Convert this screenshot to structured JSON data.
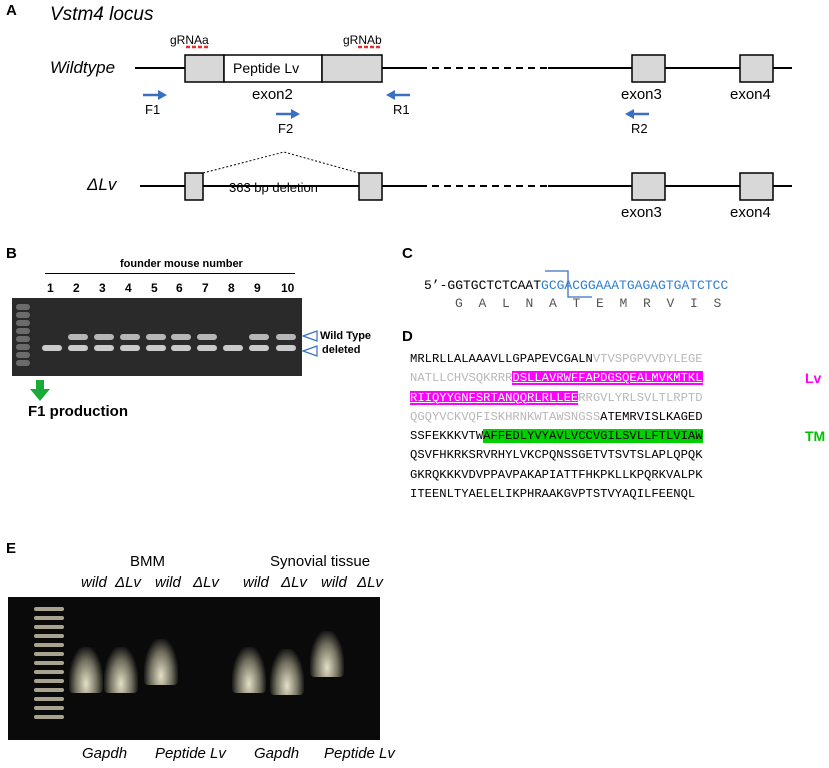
{
  "panelA": {
    "letter": "A",
    "title": "Vstm4 locus",
    "wildtype": "Wildtype",
    "deltaLv": "ΔLv",
    "gRNAa": "gRNAa",
    "gRNAb": "gRNAb",
    "peptide": "Peptide Lv",
    "exon2": "exon2",
    "exon3": "exon3",
    "exon4": "exon4",
    "F1": "F1",
    "F2": "F2",
    "R1": "R1",
    "R2": "R2",
    "deletion": "363 bp deletion"
  },
  "panelB": {
    "letter": "B",
    "header": "founder mouse number",
    "lanes": [
      "1",
      "2",
      "3",
      "4",
      "5",
      "6",
      "7",
      "8",
      "9",
      "10"
    ],
    "wild_type": "Wild Type",
    "deleted": "deleted",
    "f1": "F1 production"
  },
  "panelC": {
    "letter": "C",
    "prefix": "5’-GGTGCTCTCAAT",
    "highlighted": "GCGACGGAAATGAGAGTGATCTCC",
    "aa": [
      "G",
      "A",
      "L",
      "N",
      "A",
      "T",
      "E",
      "M",
      "R",
      "V",
      "I",
      "S"
    ]
  },
  "panelD": {
    "letter": "D",
    "lv_label": "Lv",
    "tm_label": "TM",
    "rows": [
      [
        {
          "t": "MRLRLLALAAAVLLGPAPEVCGALN",
          "s": "n"
        },
        {
          "t": "VTVSPGPVVDYLEGE",
          "s": "g"
        }
      ],
      [
        {
          "t": "NATLLCHVSQKRRR",
          "s": "g"
        },
        {
          "t": "DSLLAVRWFFAPDGSQEALMVKMTKL",
          "s": "m"
        }
      ],
      [
        {
          "t": "RIIQYYGNFSRTANQQRLRLLEE",
          "s": "m"
        },
        {
          "t": "RRGVLYRLSVLTLRPTD",
          "s": "g"
        }
      ],
      [
        {
          "t": "QGQYVCKVQFISKHRNKWTAWSNGSS",
          "s": "g"
        },
        {
          "t": "ATEMRVISLKAGED",
          "s": "n"
        }
      ],
      [
        {
          "t": "SSFEKKKVTW",
          "s": "n"
        },
        {
          "t": "AFFEDLYVYAVLVCCVGILSVLLFTLVIAW",
          "s": "t"
        }
      ],
      [
        {
          "t": "QSVFHKRKSRVRHYLVKCPQNSSGETVTSVTSLAPLQPQK",
          "s": "n"
        }
      ],
      [
        {
          "t": "GKRQKKKVDVPPAVPAKAPIATTFHKPKLLKPQRKVALPK",
          "s": "n"
        }
      ],
      [
        {
          "t": "ITEENLTYAELELIKPHRAAKGVPTSTVYAQILFEENQL",
          "s": "n"
        }
      ]
    ]
  },
  "panelE": {
    "letter": "E",
    "bmm": "BMM",
    "synovial": "Synovial tissue",
    "lanes": [
      "wild",
      "ΔLv",
      "wild",
      "ΔLv",
      "wild",
      "ΔLv",
      "wild",
      "ΔLv"
    ],
    "gapdh1": "Gapdh",
    "peptide1": "Peptide Lv",
    "gapdh2": "Gapdh",
    "peptide2": "Peptide Lv"
  },
  "colors": {
    "arrow": "#3a6fc4",
    "grna": "#e03030",
    "magenta": "#ff00ff",
    "green": "#00d000",
    "seq_blue": "#2f7fcf",
    "gray_text": "#b8b8b8"
  }
}
